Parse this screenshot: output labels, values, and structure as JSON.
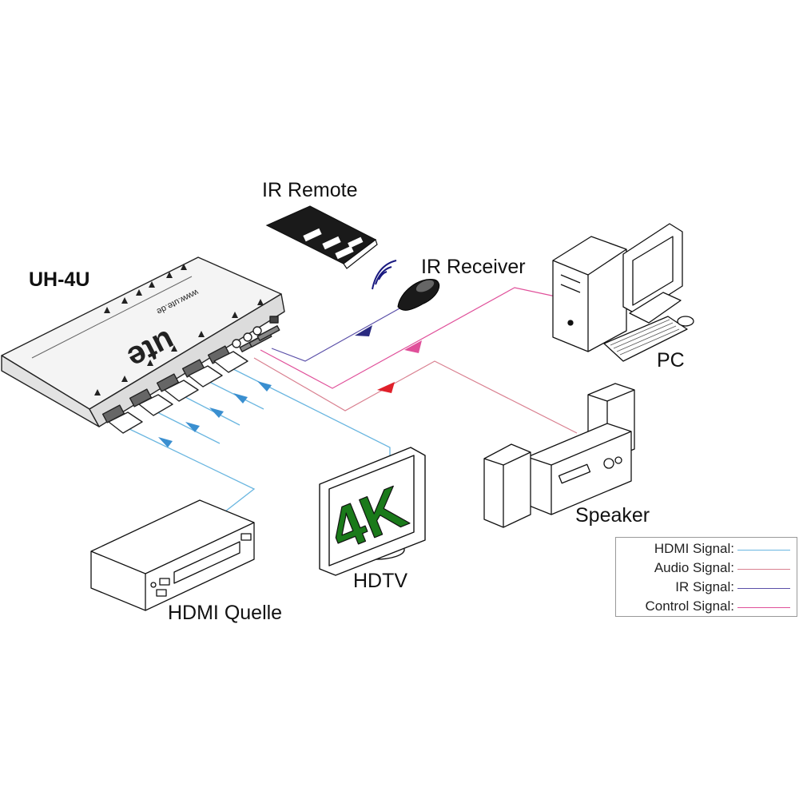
{
  "labels": {
    "switch": "UH-4U",
    "ir_remote": "IR Remote",
    "ir_receiver": "IR Receiver",
    "pc": "PC",
    "speaker": "Speaker",
    "hdtv": "HDTV",
    "hdmi_source": "HDMI Quelle",
    "tv_screen": "4K"
  },
  "device_print": {
    "brand": "ute",
    "web": "www.ute.de"
  },
  "legend": [
    {
      "label": "HDMI Signal:",
      "color": "#6ab6e0"
    },
    {
      "label": "Audio Signal:",
      "color": "#d98090"
    },
    {
      "label": "IR Signal:",
      "color": "#5a4fa8"
    },
    {
      "label": "Control Signal:",
      "color": "#e0509a"
    }
  ],
  "colors": {
    "hdmi": "#6ab6e0",
    "audio": "#d98090",
    "ir": "#5a4fa8",
    "control": "#e0509a",
    "tv_text": "#1a7a1a"
  }
}
